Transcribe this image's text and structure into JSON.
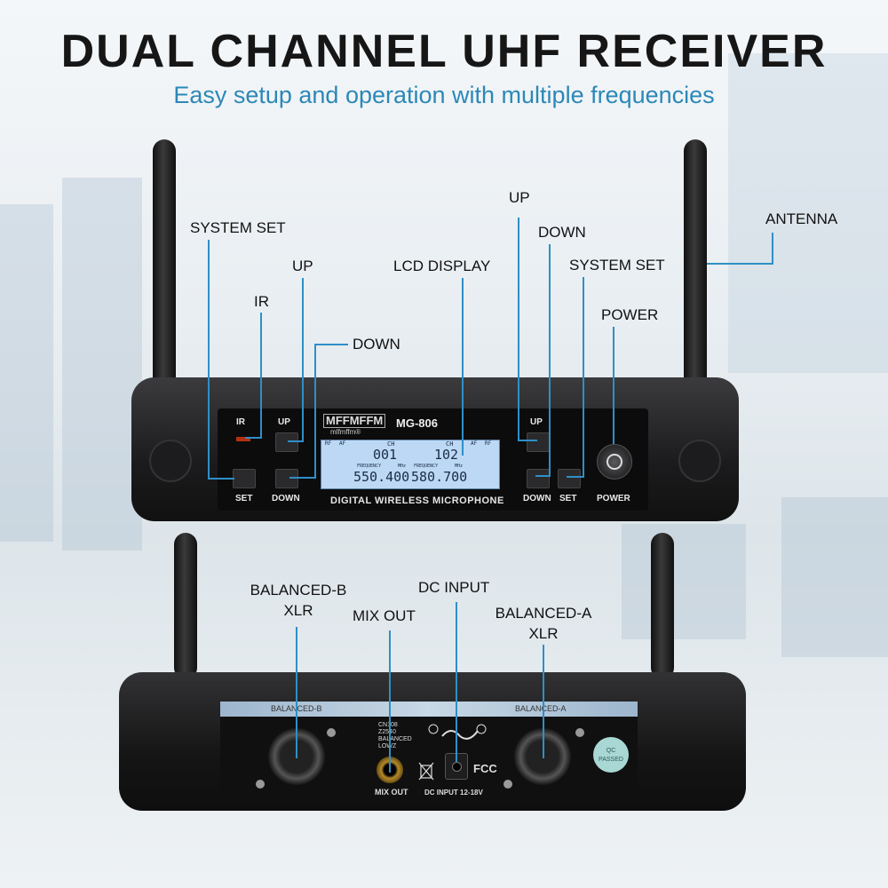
{
  "title": "DUAL CHANNEL UHF RECEIVER",
  "subtitle": "Easy setup and operation with multiple frequencies",
  "callouts": {
    "system_set_left": "SYSTEM SET",
    "ir": "IR",
    "up_left": "UP",
    "down_left": "DOWN",
    "lcd_display": "LCD DISPLAY",
    "up_right": "UP",
    "down_right": "DOWN",
    "system_set_right": "SYSTEM SET",
    "power": "POWER",
    "antenna": "ANTENNA",
    "balanced_b": "BALANCED-B",
    "balanced_b_xlr": "XLR",
    "mix_out": "MIX OUT",
    "dc_input": "DC INPUT",
    "balanced_a": "BALANCED-A",
    "balanced_a_xlr": "XLR"
  },
  "front_panel": {
    "ir": "IR",
    "up_left": "UP",
    "set_left": "SET",
    "down_left": "DOWN",
    "brand": "MFFMFFM",
    "brand_sub": "mlfmffm®",
    "model": "MG-806",
    "tagline": "DIGITAL WIRELESS MICROPHONE",
    "up_right": "UP",
    "down_right": "DOWN",
    "set_right": "SET",
    "power": "POWER"
  },
  "lcd": {
    "rf_left": "RF",
    "af_left": "AF",
    "ch_left": "CH",
    "ch_right": "CH",
    "af_right": "AF",
    "rf_right": "RF",
    "channel_a": "001",
    "channel_b": "102",
    "freq_label_a": "FREQUENCY",
    "mhz_a": "MHz",
    "freq_label_b": "FREQUENCY",
    "mhz_b": "MHz",
    "freq_a": "550.400",
    "freq_b": "580.700"
  },
  "back_panel": {
    "balanced_b": "BALANCED-B",
    "balanced_a": "BALANCED-A",
    "mix_spec": "CN108\nZ2540\nBALANCED\nLOWZ",
    "mix_out": "MIX OUT",
    "dc_input": "DC INPUT 12-18V",
    "fcc": "FCC",
    "qc": "QC\nPASSED"
  }
}
